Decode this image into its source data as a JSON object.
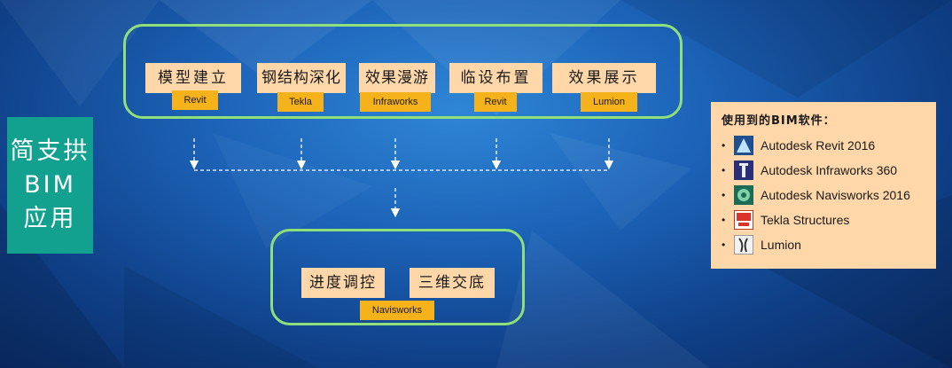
{
  "side_title": [
    "简支拱",
    "BIM",
    "应用"
  ],
  "top_steps": [
    {
      "label": "模型建立",
      "tag": "Revit"
    },
    {
      "label": "钢结构深化",
      "tag": "Tekla"
    },
    {
      "label": "效果漫游",
      "tag": "Infraworks"
    },
    {
      "label": "临设布置",
      "tag": "Revit"
    },
    {
      "label": "效果展示",
      "tag": "Lumion"
    }
  ],
  "bottom_steps": [
    {
      "label": "进度调控"
    },
    {
      "label": "三维交底"
    }
  ],
  "bottom_tag": "Navisworks",
  "software_panel": {
    "title": "使用到的BIM软件：",
    "items": [
      {
        "label": "Autodesk Revit 2016",
        "icon": "revit-icon"
      },
      {
        "label": "Autodesk Infraworks 360",
        "icon": "infraworks-icon"
      },
      {
        "label": "Autodesk Navisworks 2016",
        "icon": "navisworks-icon"
      },
      {
        "label": "Tekla Structures",
        "icon": "tekla-icon"
      },
      {
        "label": "Lumion",
        "icon": "lumion-icon"
      }
    ]
  },
  "colors": {
    "step_fill": "#ffd7a8",
    "tag_fill": "#f6b21a",
    "box_border": "#8fe07a",
    "side_fill": "#12a08f"
  }
}
